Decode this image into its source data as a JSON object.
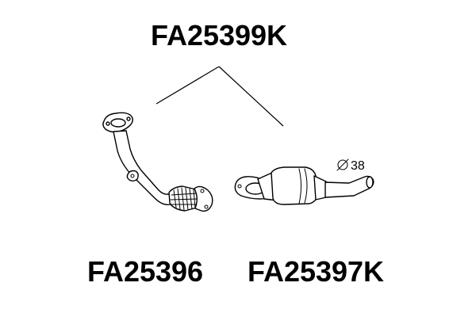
{
  "labels": {
    "assembly_code": "FA25399K",
    "front_pipe_code": "FA25396",
    "catalyst_code": "FA25397K",
    "diameter": "38"
  },
  "icons": {
    "diameter_symbol": "diameter-symbol-icon"
  },
  "colors": {
    "line": "#000000",
    "background": "#ffffff"
  }
}
